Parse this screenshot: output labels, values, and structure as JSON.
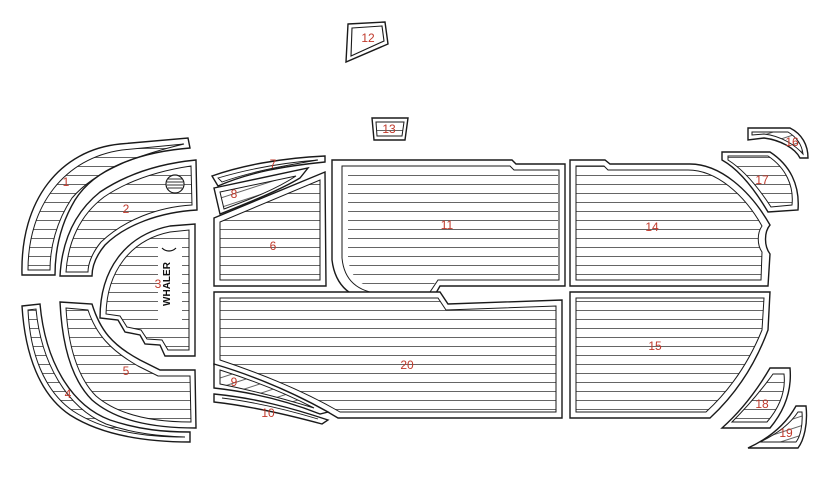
{
  "panels": [
    {
      "id": "p1",
      "label": "1"
    },
    {
      "id": "p2",
      "label": "2"
    },
    {
      "id": "p3",
      "label": "3"
    },
    {
      "id": "p4",
      "label": "4"
    },
    {
      "id": "p5",
      "label": "5"
    },
    {
      "id": "p6",
      "label": "6"
    },
    {
      "id": "p7",
      "label": "7"
    },
    {
      "id": "p8",
      "label": "8"
    },
    {
      "id": "p9",
      "label": "9"
    },
    {
      "id": "p10",
      "label": "10"
    },
    {
      "id": "p11",
      "label": "11"
    },
    {
      "id": "p12",
      "label": "12"
    },
    {
      "id": "p13",
      "label": "13"
    },
    {
      "id": "p14",
      "label": "14"
    },
    {
      "id": "p15",
      "label": "15"
    },
    {
      "id": "p16",
      "label": "16"
    },
    {
      "id": "p17",
      "label": "17"
    },
    {
      "id": "p18",
      "label": "18"
    },
    {
      "id": "p19",
      "label": "19"
    },
    {
      "id": "p20",
      "label": "20"
    }
  ],
  "logo": {
    "text": "WHALER"
  },
  "colors": {
    "label": "#c0392b",
    "line": "#1a1a1a"
  }
}
